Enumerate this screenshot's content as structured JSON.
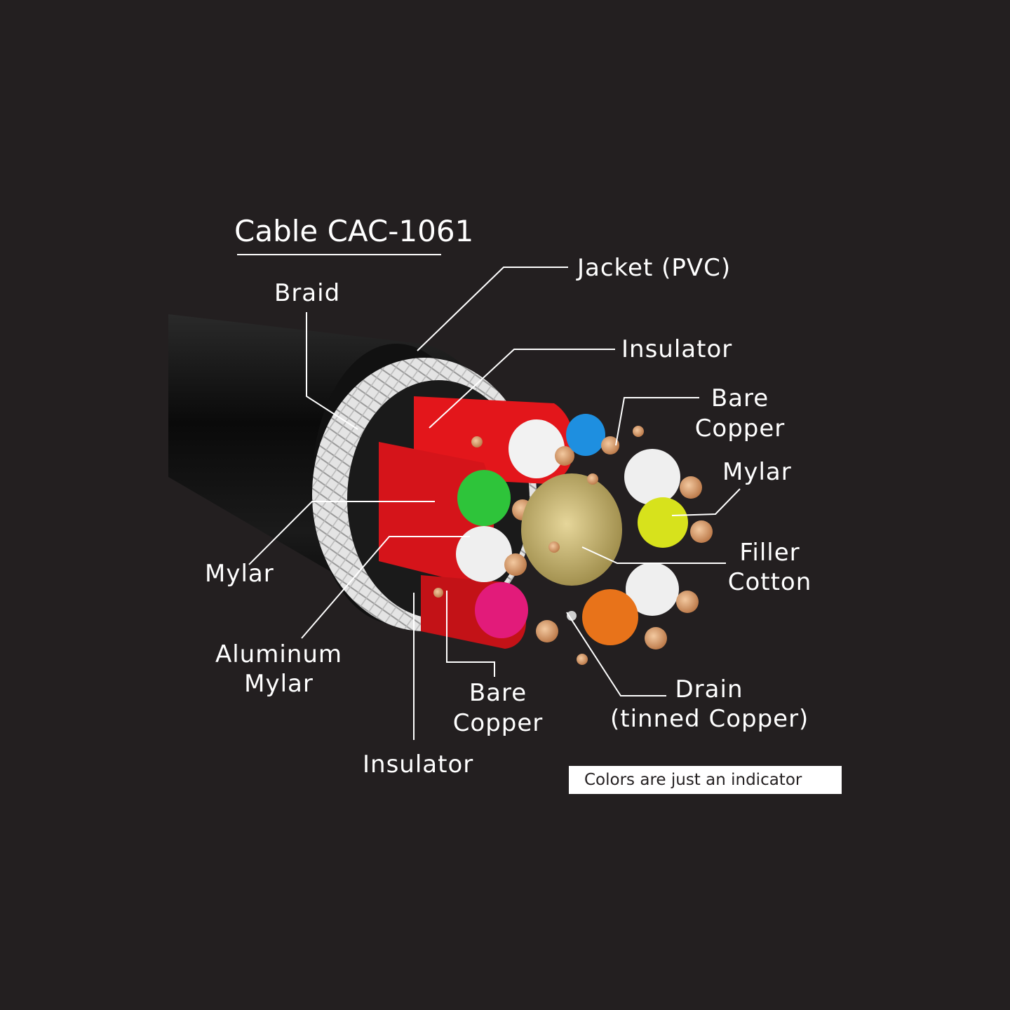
{
  "title": "Cable CAC-1061",
  "labels": {
    "jacket": "Jacket (PVC)",
    "braid": "Braid",
    "insulator_top": "Insulator",
    "bare_copper_top_1": "Bare",
    "bare_copper_top_2": "Copper",
    "mylar_right": "Mylar",
    "filler_1": "Filler",
    "filler_2": "Cotton",
    "mylar_left": "Mylar",
    "aluminum_1": "Aluminum",
    "aluminum_2": "Mylar",
    "bare_copper_bottom_1": "Bare",
    "bare_copper_bottom_2": "Copper",
    "drain_1": "Drain",
    "drain_2": "(tinned Copper)",
    "insulator_bottom": "Insulator"
  },
  "note": "Colors are just an indicator",
  "colors": {
    "background": "#231f20",
    "jacket": "#0d0d0d",
    "braid": "#d9d9d9",
    "red_shield": "#e3161b",
    "copper": "#d99a6a",
    "blue": "#1e8fe0",
    "green": "#2ec43a",
    "yellow": "#d7e21c",
    "pink": "#e21b7a",
    "orange": "#e8731a",
    "filler": "#c9b46a"
  }
}
